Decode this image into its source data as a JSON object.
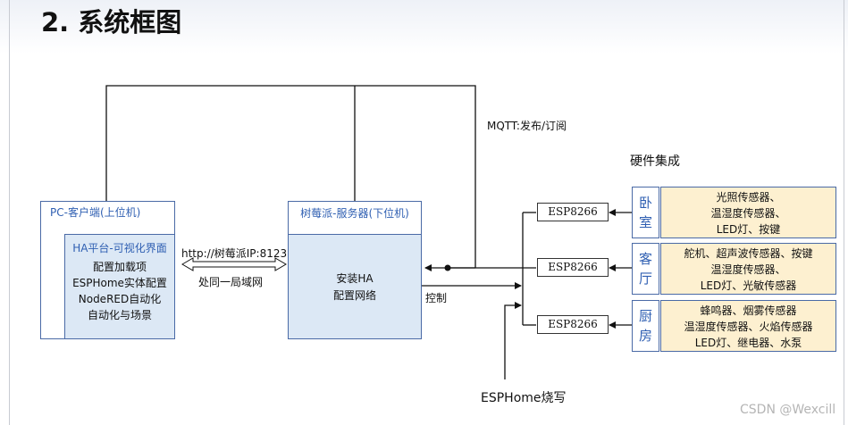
{
  "heading": "2. 系统框图",
  "pc": {
    "title": "PC-客户端(上位机)",
    "ha_title": "HA平台-可视化界面",
    "items": [
      "配置加载项",
      "ESPHome实体配置",
      "NodeRED自动化",
      "自动化与场景"
    ]
  },
  "server": {
    "title": "树莓派-服务器(下位机)",
    "items": [
      "安装HA",
      "配置网络"
    ]
  },
  "link": {
    "top_label": "http://树莓派IP:8123",
    "bottom_label": "处同一局域网"
  },
  "mqtt_label": "MQTT:发布/订阅",
  "control_label": "控制",
  "esphome_label": "ESPHome烧写",
  "hardware_title": "硬件集成",
  "esp_label": "ESP8266",
  "rooms": [
    {
      "name_top": "卧",
      "name_bottom": "室",
      "devices": [
        "光照传感器、",
        "温湿度传感器、",
        "LED灯、按键"
      ]
    },
    {
      "name_top": "客",
      "name_bottom": "厅",
      "devices": [
        "舵机、超声波传感器、按键",
        "温湿度传感器、",
        "LED灯、光敏传感器"
      ]
    },
    {
      "name_top": "厨",
      "name_bottom": "房",
      "devices": [
        "蜂鸣器、烟雾传感器",
        "温湿度传感器、火焰传感器",
        "LED灯、继电器、水泵"
      ]
    }
  ],
  "watermark": "CSDN @Wexcill",
  "colors": {
    "accent_blue": "#2f5fb2",
    "panel_blue": "#dce8f5",
    "device_fill": "#fdf0d0",
    "border": "#4a6aa6"
  }
}
